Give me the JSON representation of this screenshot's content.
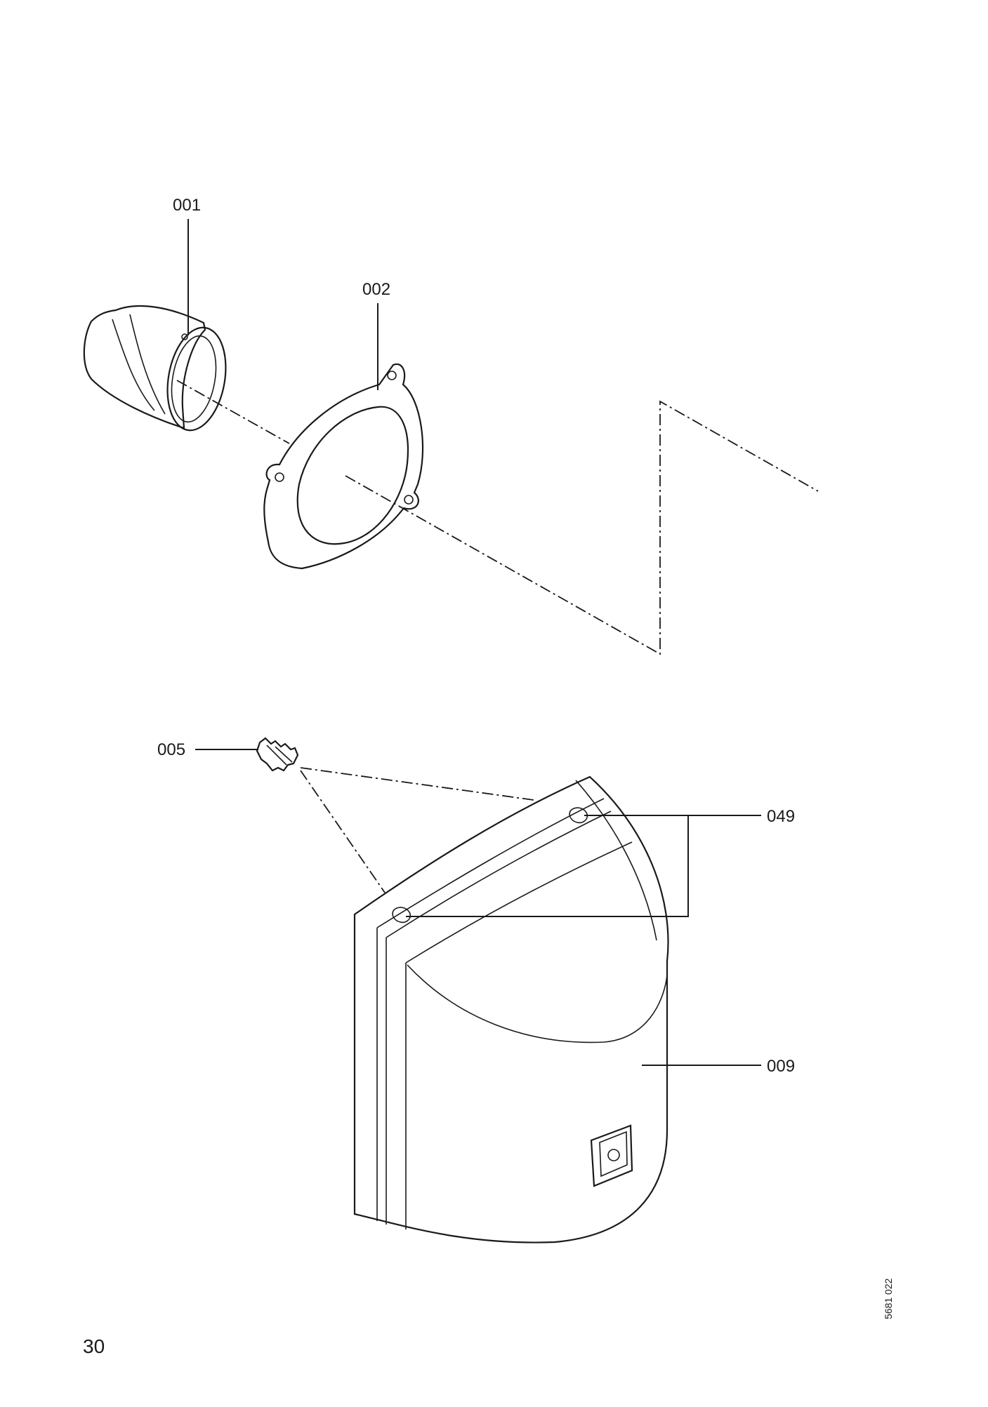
{
  "callouts": {
    "part_001": "001",
    "part_002": "002",
    "part_005": "005",
    "part_049": "049",
    "part_009": "009"
  },
  "page_number": "30",
  "drawing_number": "5681 022",
  "colors": {
    "ink": "#1a1a1a",
    "gasket_fill": "#d9d9d9",
    "hood_fill": "#f2f2f2",
    "background": "#ffffff"
  }
}
